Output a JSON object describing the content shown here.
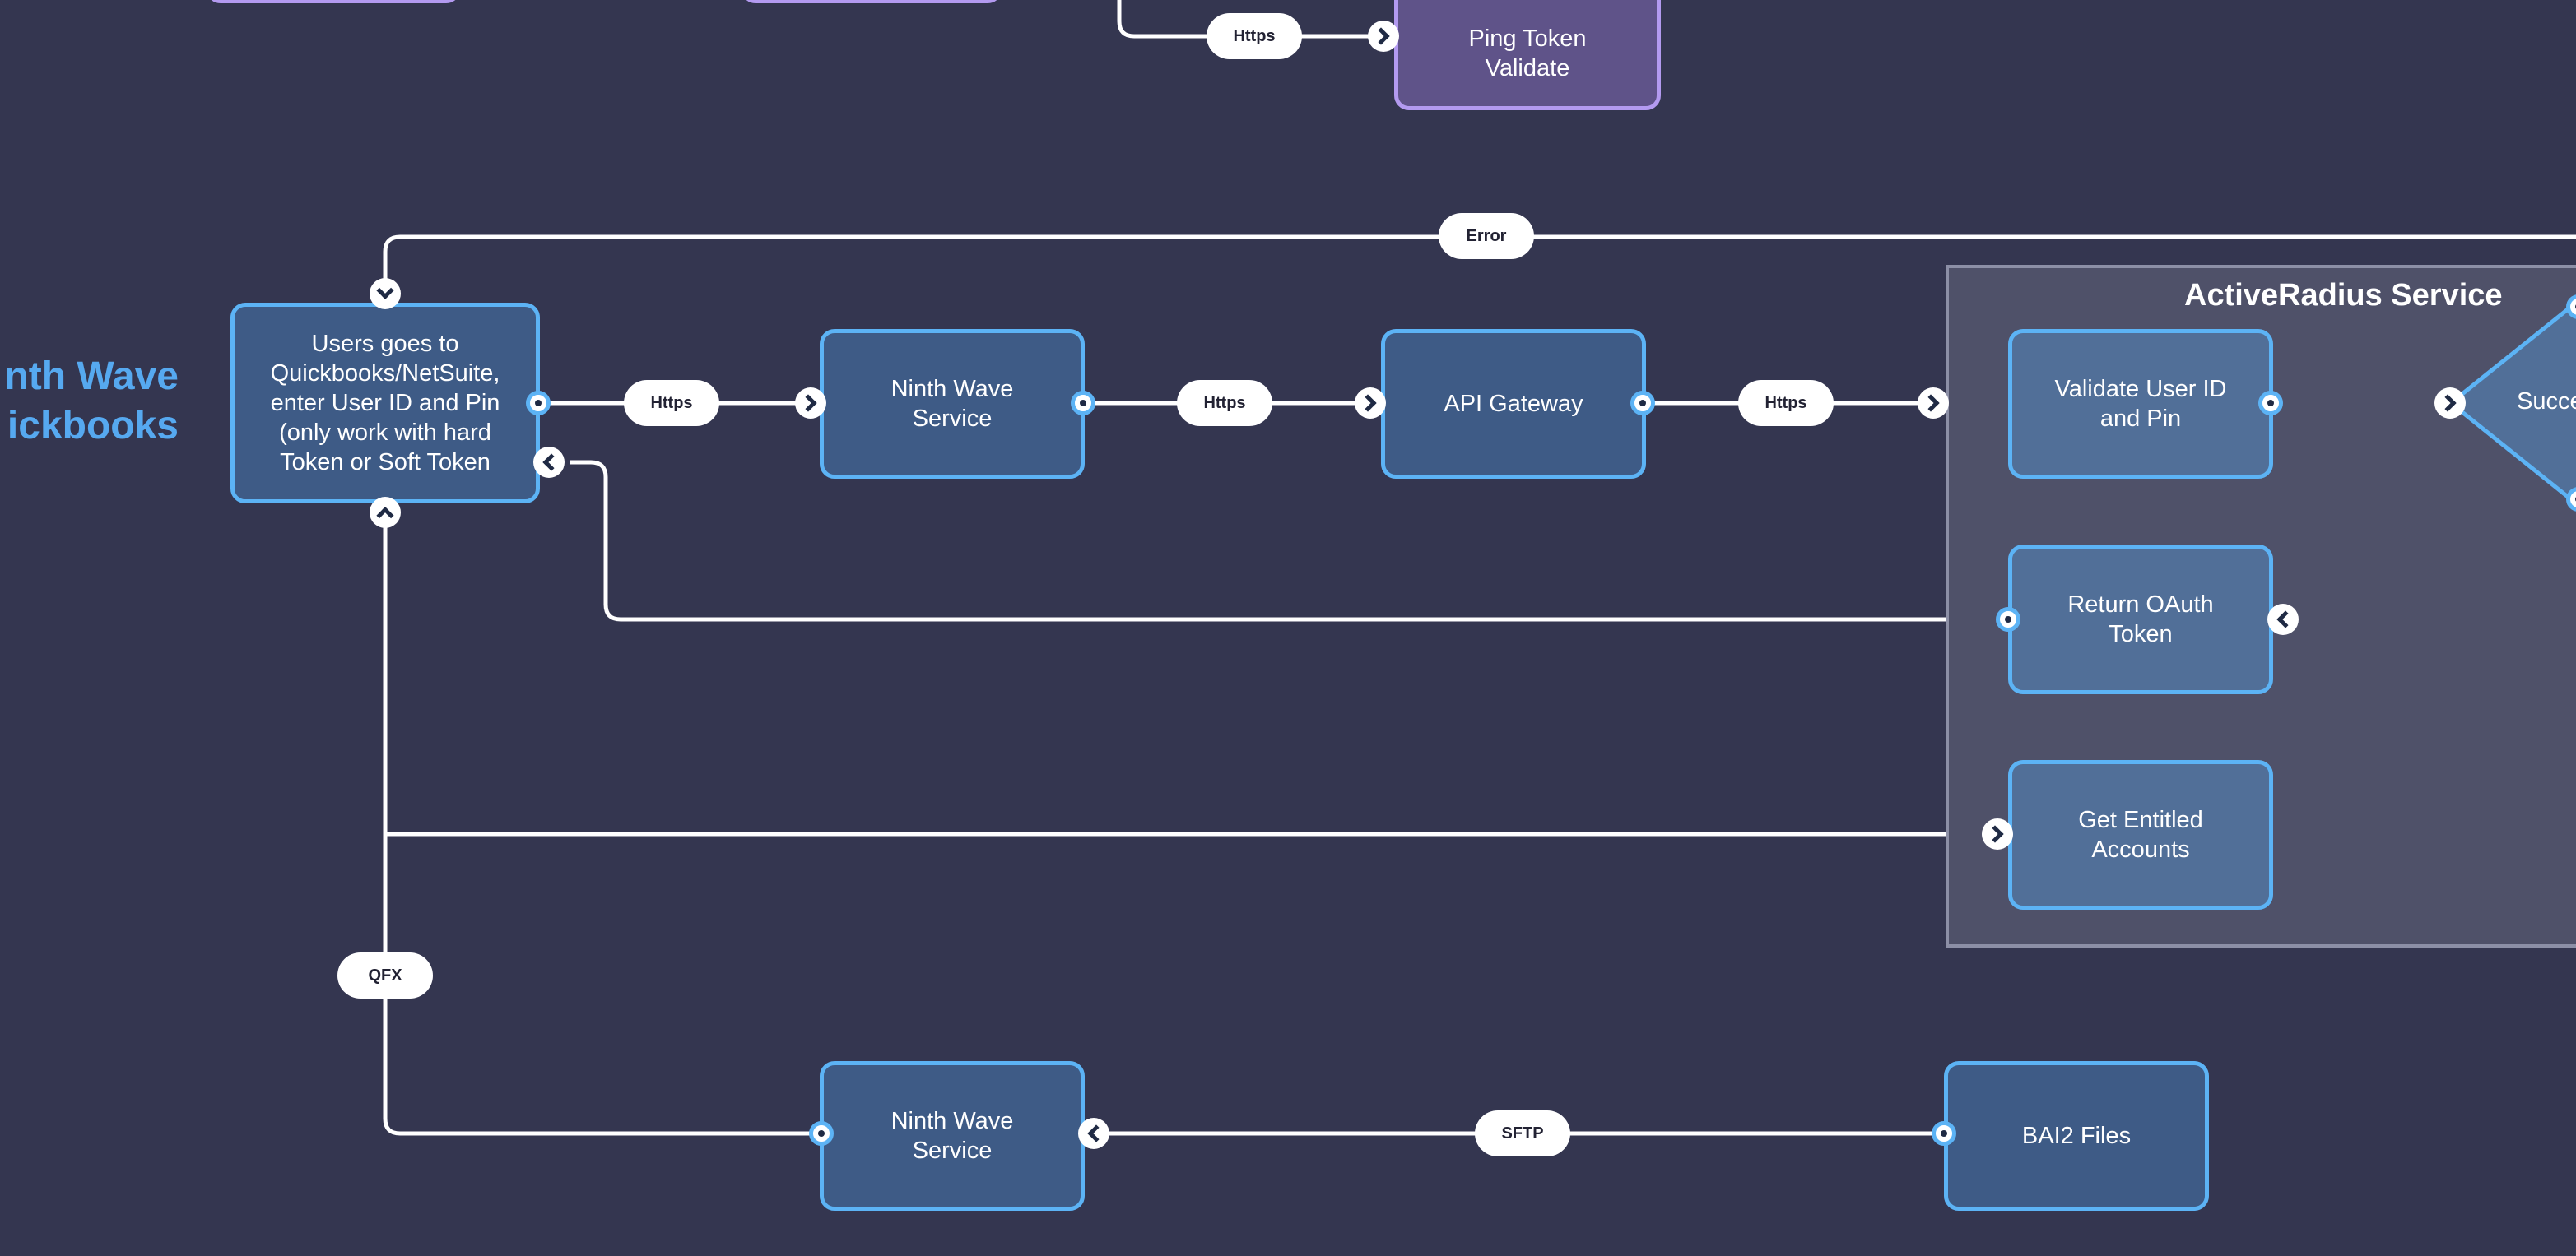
{
  "title": {
    "line1": "nth Wave",
    "line2": "ickbooks"
  },
  "group": {
    "title": "ActiveRadius Service"
  },
  "nodes": {
    "ping_token": "Ping Token Validate",
    "user": "Users goes to Quickbooks/NetSuite, enter User ID and Pin (only work with hard Token or Soft Token",
    "nw_service_top": "Ninth Wave Service",
    "api_gateway": "API Gateway",
    "validate": "Validate User ID and Pin",
    "success": "Succe",
    "return_oauth": "Return OAuth Token",
    "entitled": "Get Entitled Accounts",
    "nw_service_bottom": "Ninth Wave Service",
    "bai2": "BAI2 Files"
  },
  "edges": {
    "https_top": "Https",
    "error": "Error",
    "https_1": "Https",
    "https_2": "Https",
    "https_3": "Https",
    "qfx": "QFX",
    "sftp": "SFTP"
  },
  "colors": {
    "background": "#343650",
    "node_border": "#5cb3f5",
    "node_fill": "#3e5b86",
    "purple_border": "#b39af0",
    "title": "#56a9f0"
  }
}
